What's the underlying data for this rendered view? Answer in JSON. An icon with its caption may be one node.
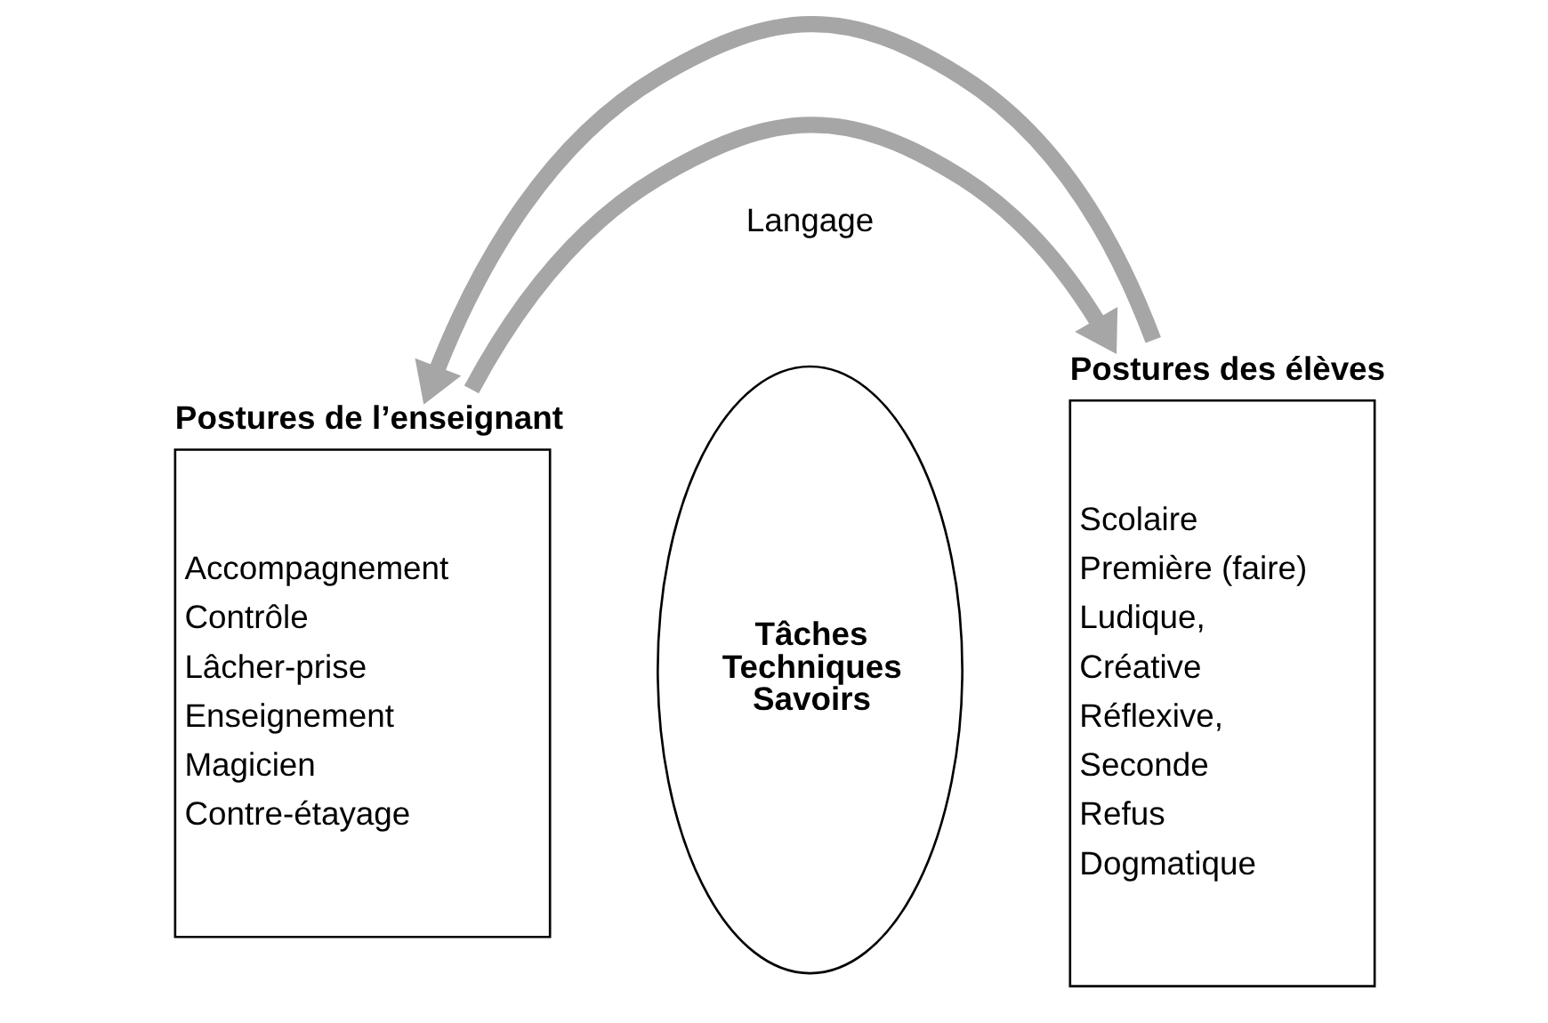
{
  "diagram": {
    "nodes": [
      {
        "text": [
          "Postures de l’enseignant",
          "Accompagnement",
          "Contrôle",
          "Lâcher-prise",
          "Enseignement",
          "Magicien",
          "Contre-étayage"
        ]
      },
      {
        "text": [
          "Tâches",
          "Techniques",
          "Savoirs"
        ]
      },
      {
        "text": [
          "Postures des élèves",
          "Scolaire",
          "Première (faire)",
          "Ludique,",
          "Créative",
          "Réflexive,",
          "Seconde",
          "Refus",
          "Dogmatique"
        ]
      }
    ],
    "edges": [
      {
        "from": 0,
        "to": 2,
        "arrow": "to"
      },
      {
        "from": 2,
        "to": 0,
        "arrow": "to"
      }
    ],
    "labels": [
      "Langage"
    ]
  }
}
